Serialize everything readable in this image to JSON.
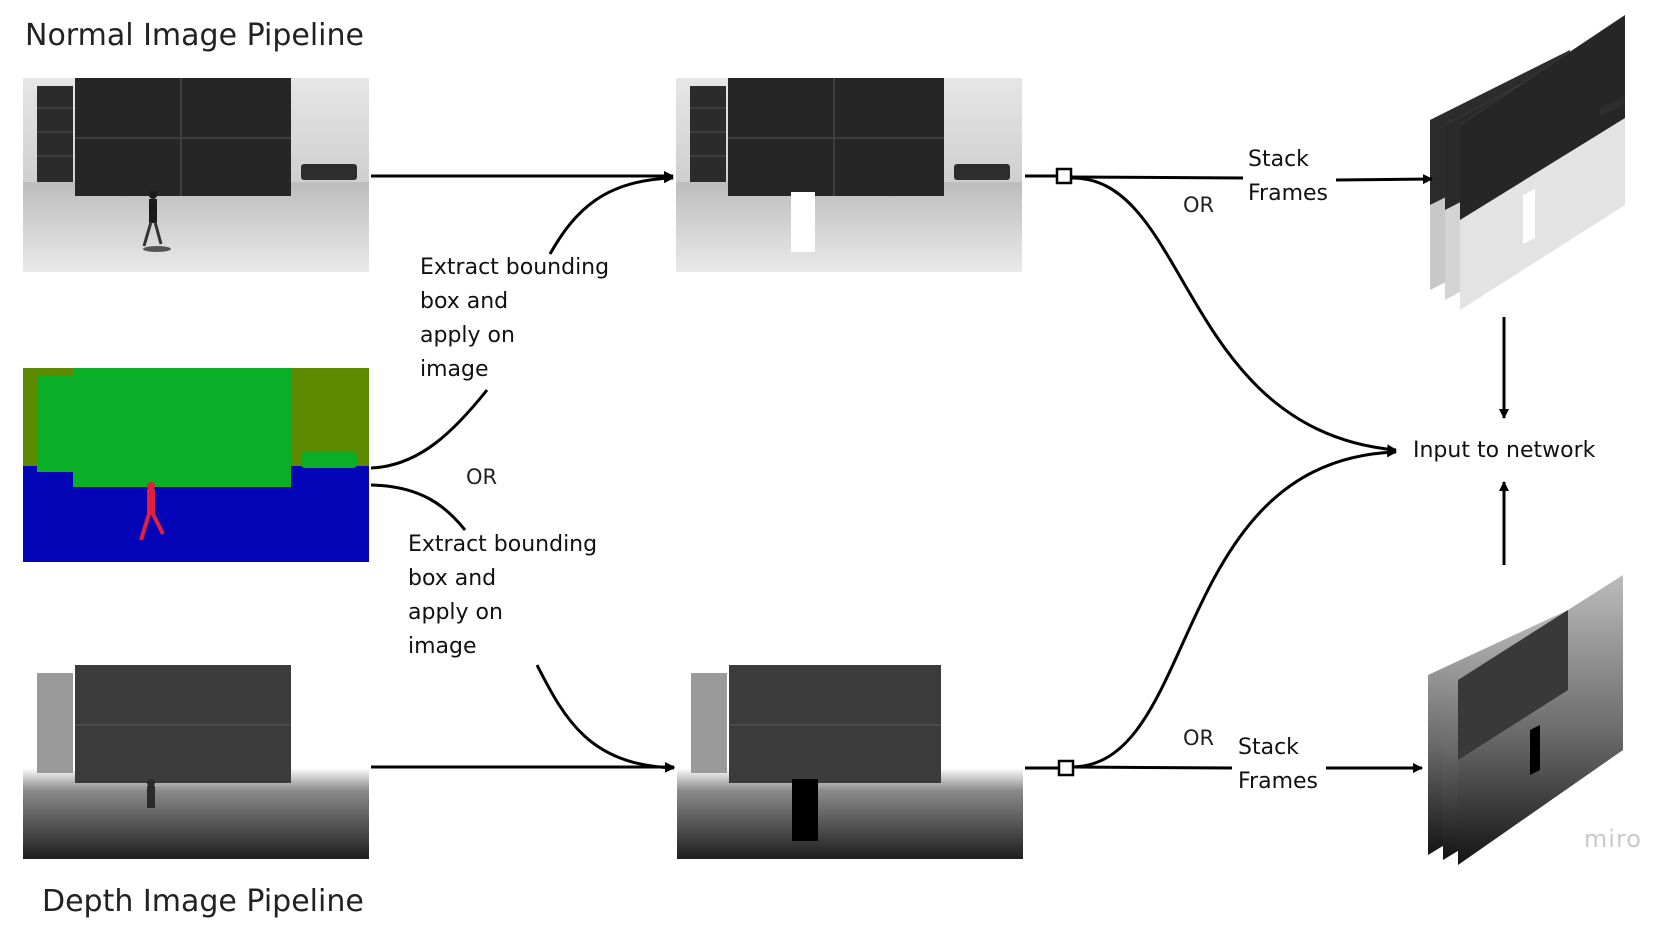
{
  "titles": {
    "normal": "Normal Image Pipeline",
    "depth": "Depth Image Pipeline"
  },
  "labels": {
    "extract_top": "Extract bounding\nbox and\napply on\nimage",
    "extract_bottom": "Extract bounding\nbox and\napply on\nimage",
    "or_middle": "OR",
    "or_top": "OR",
    "or_bottom": "OR",
    "stack_top": "Stack\nFrames",
    "stack_bottom": "Stack\nFrames",
    "input_to_network": "Input to network"
  },
  "watermark": "miro",
  "colors": {
    "arrow": "#000000",
    "seg_sky": "#5c8a00",
    "seg_building": "#0aae27",
    "seg_ground": "#0505b8",
    "seg_person": "#e0203c"
  }
}
